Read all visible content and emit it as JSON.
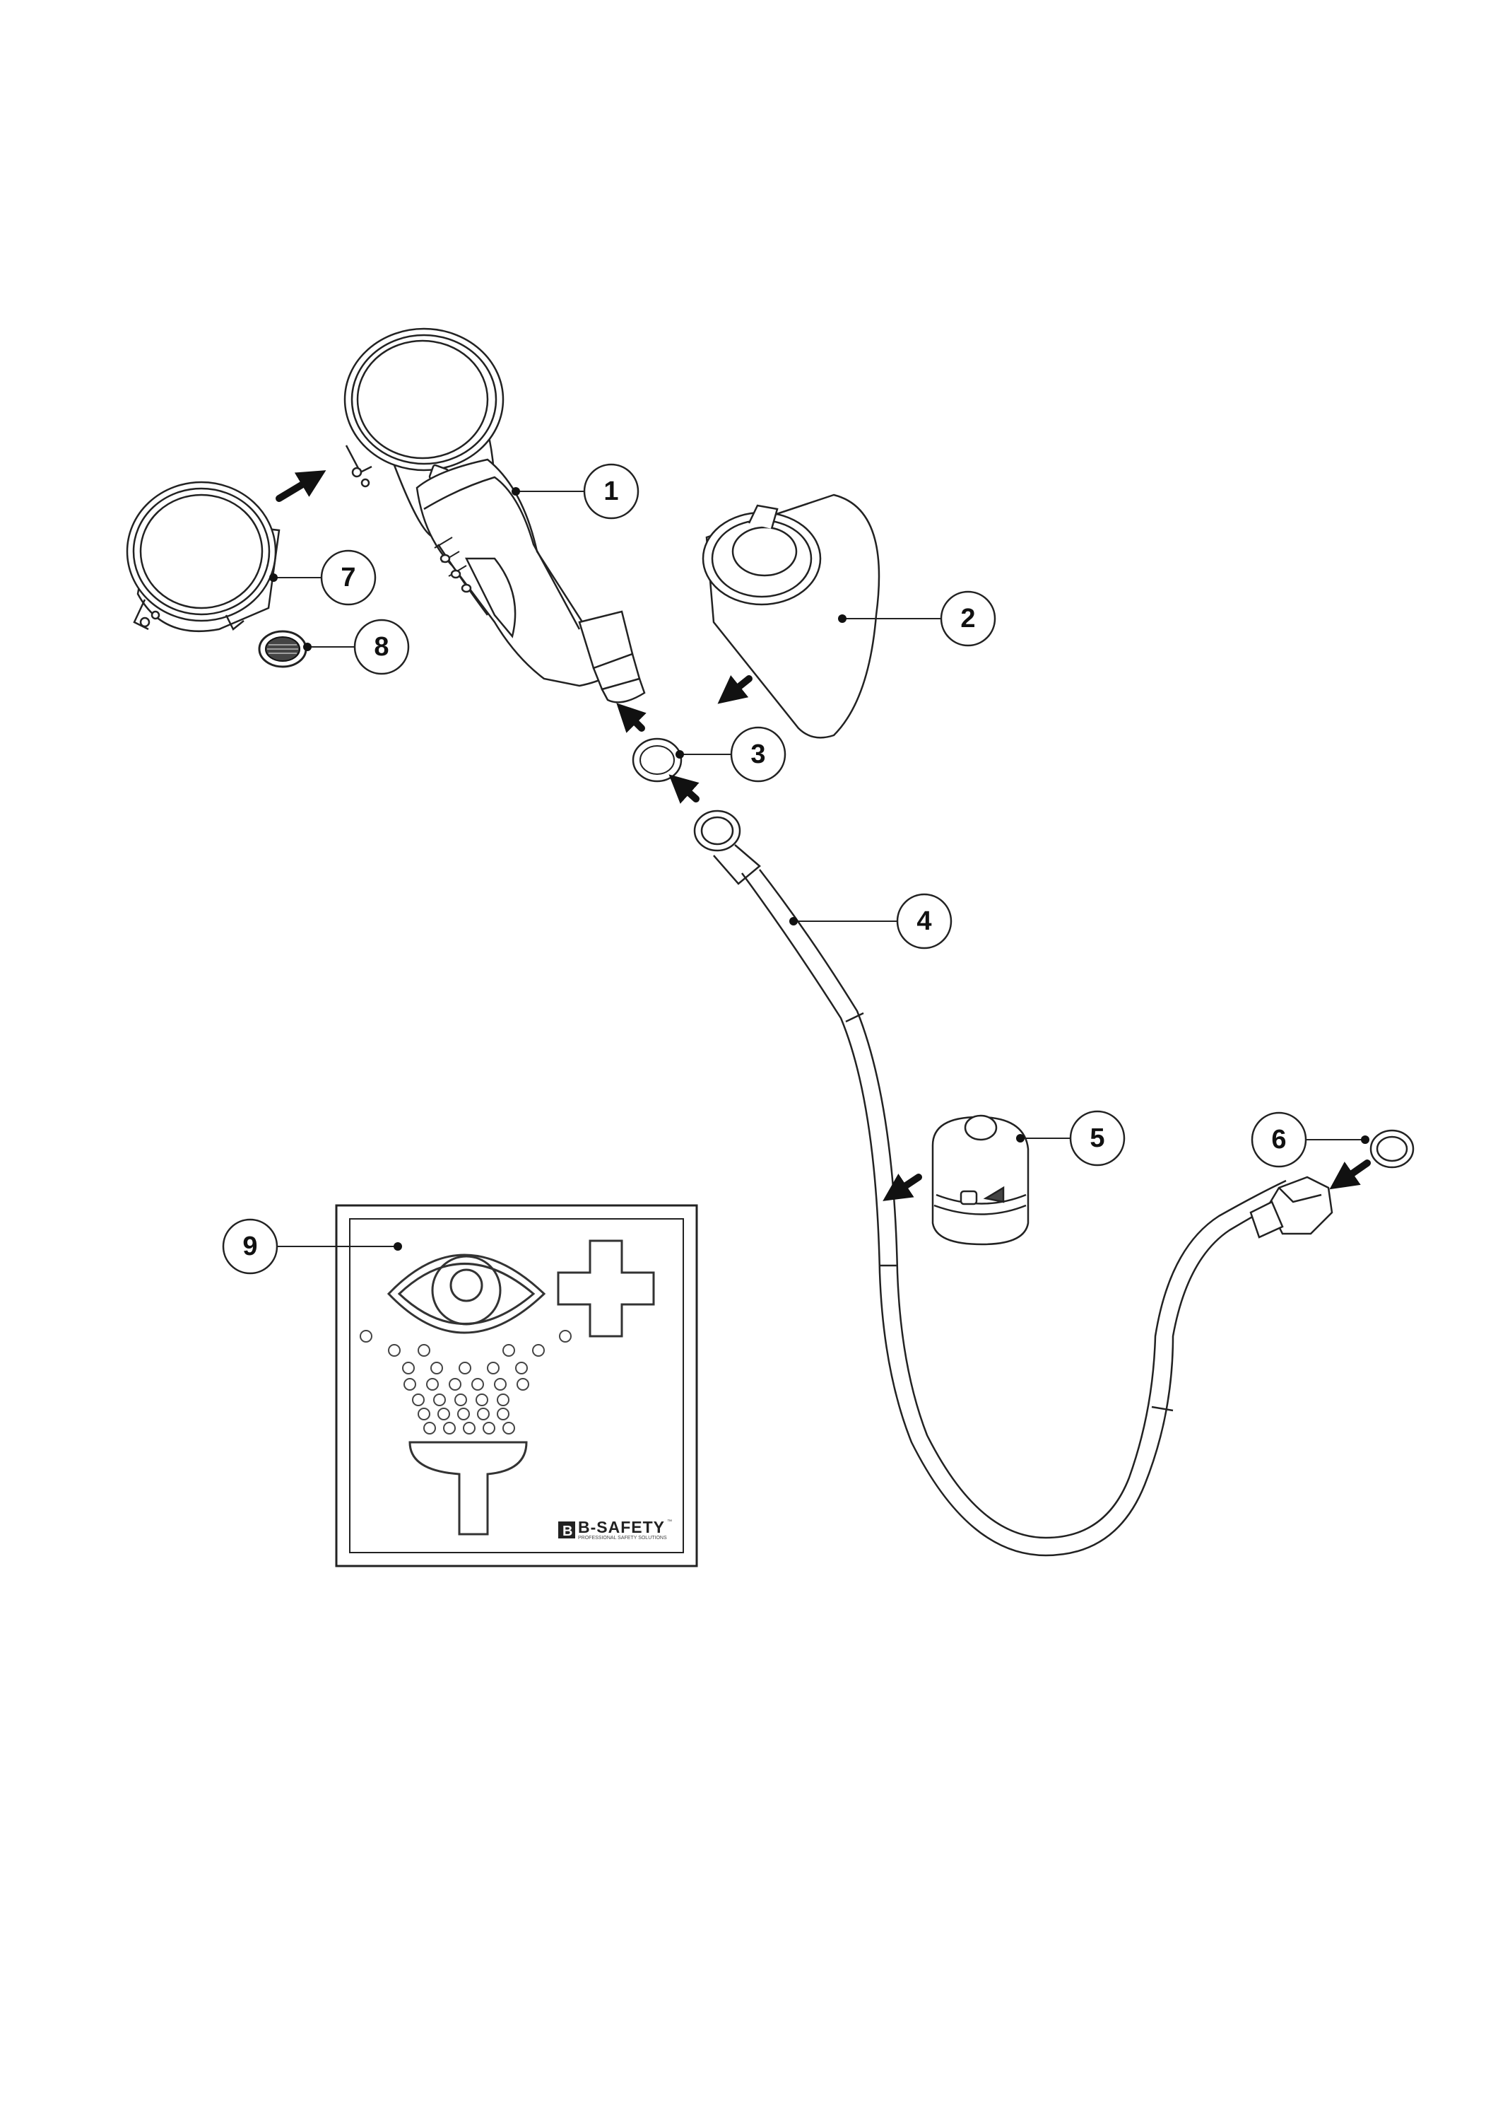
{
  "callouts": [
    {
      "id": "1",
      "label": "1"
    },
    {
      "id": "2",
      "label": "2"
    },
    {
      "id": "3",
      "label": "3"
    },
    {
      "id": "4",
      "label": "4"
    },
    {
      "id": "5",
      "label": "5"
    },
    {
      "id": "6",
      "label": "6"
    },
    {
      "id": "7",
      "label": "7"
    },
    {
      "id": "8",
      "label": "8"
    },
    {
      "id": "9",
      "label": "9"
    }
  ],
  "sign": {
    "brand": "B-SAFETY",
    "brand_mark": "™",
    "tagline": "PROFESSIONAL SAFETY SOLUTIONS",
    "icons": [
      "eye-icon",
      "plus-icon",
      "water-drops-icon",
      "basin-icon"
    ]
  },
  "colors": {
    "line": "#222222",
    "fill": "#ffffff",
    "dark": "#111111"
  }
}
